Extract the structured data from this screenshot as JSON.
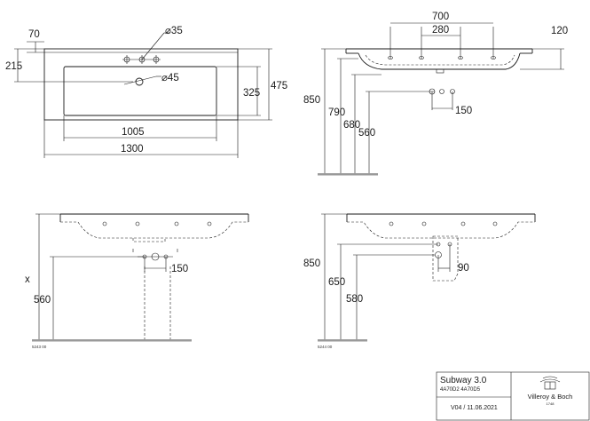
{
  "top_view": {
    "dim_70": "70",
    "dim_215": "215",
    "dim_hole_35": "⌀35",
    "dim_hole_45": "⌀45",
    "dim_325": "325",
    "dim_475": "475",
    "dim_1005": "1005",
    "dim_1300": "1300"
  },
  "front_view": {
    "dim_700": "700",
    "dim_280": "280",
    "dim_120": "120",
    "dim_850": "850",
    "dim_790": "790",
    "dim_680": "680",
    "dim_560": "560",
    "dim_150": "150"
  },
  "lower_left_view": {
    "dim_x": "x",
    "dim_560": "560",
    "dim_150": "150",
    "code": "5243 00"
  },
  "lower_right_view": {
    "dim_850": "850",
    "dim_650": "650",
    "dim_580": "580",
    "dim_90": "90",
    "code": "5244 00"
  },
  "title_block": {
    "product": "Subway 3.0",
    "codes": "4A70D2 4A70D5",
    "version": "V04 / 11.06.2021",
    "brand": "Villeroy & Boch",
    "year": "1748"
  }
}
